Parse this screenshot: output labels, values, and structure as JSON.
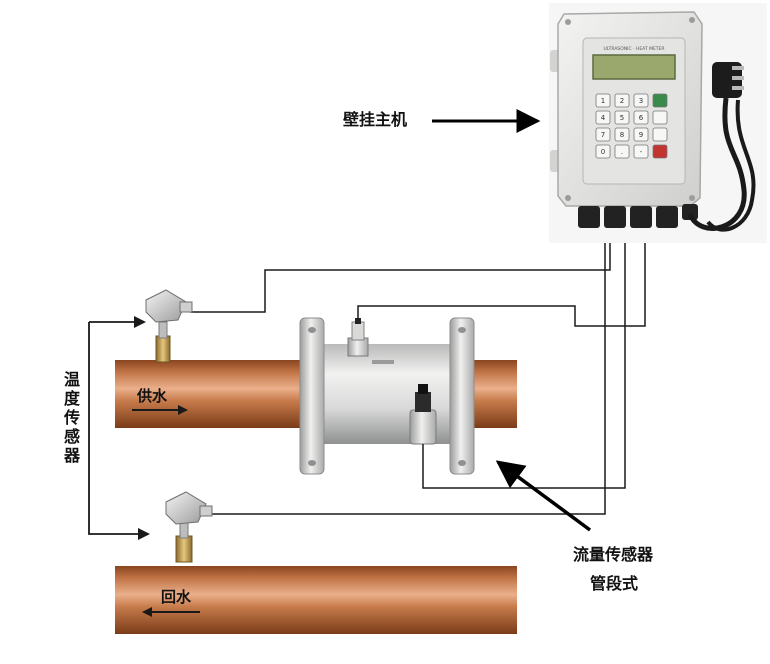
{
  "labels": {
    "host_unit": "壁挂主机",
    "temp_sensor": "温度传感器",
    "flow_sensor_line1": "流量传感器",
    "flow_sensor_line2": "管段式",
    "supply_water": "供水",
    "return_water": "回水"
  },
  "device": {
    "brand_text": "ULTRASONIC · HEAT METER",
    "keypad_keys": [
      "1",
      "2",
      "3",
      "",
      "4",
      "5",
      "6",
      "",
      "7",
      "8",
      "9",
      "",
      "0",
      ".",
      "-",
      ""
    ]
  },
  "colors": {
    "pipe": "#b8683a",
    "pipe_highlight": "#e9a883",
    "pipe_shadow": "#7a3b18",
    "enclosure": "#ececeb",
    "lcd": "#9aa86e",
    "wire": "#1a1a1a",
    "flow_body": "#d8d9d8"
  }
}
